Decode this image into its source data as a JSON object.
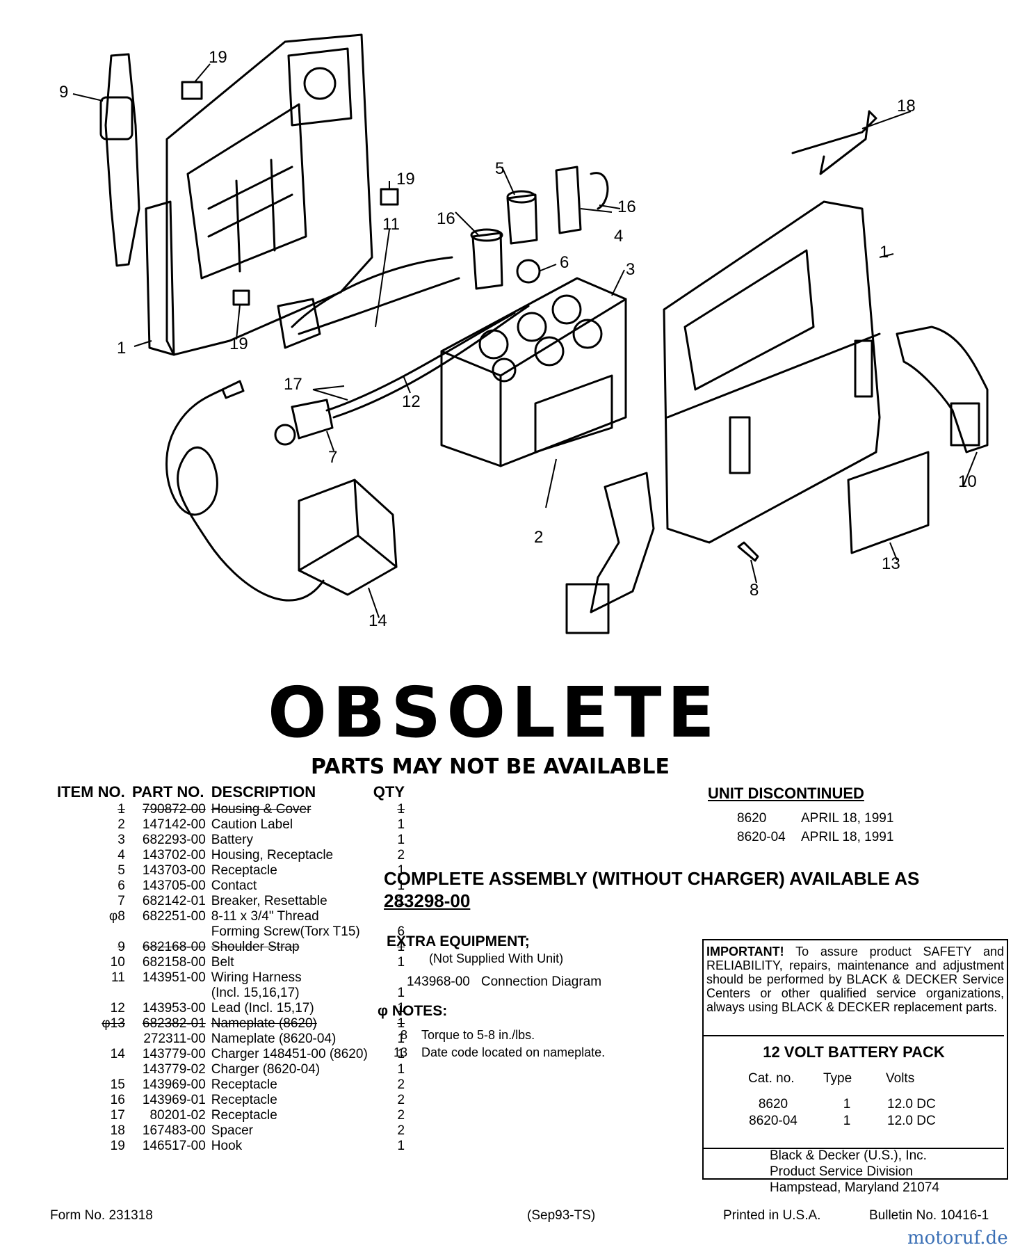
{
  "header": {
    "title": "OBSOLETE",
    "subtitle": "PARTS MAY NOT BE AVAILABLE"
  },
  "callouts": [
    "1",
    "2",
    "3",
    "4",
    "5",
    "6",
    "7",
    "8",
    "9",
    "10",
    "11",
    "12",
    "13",
    "14",
    "16",
    "17",
    "18",
    "19"
  ],
  "parts_table": {
    "col_item": "ITEM NO.",
    "col_part": "PART NO.",
    "col_desc": "DESCRIPTION",
    "col_qty": "QTY",
    "rows": [
      {
        "item": "1",
        "part": "790872-00",
        "desc": "Housing & Cover",
        "qty": "1",
        "strike": true
      },
      {
        "item": "2",
        "part": "147142-00",
        "desc": "Caution Label",
        "qty": "1"
      },
      {
        "item": "3",
        "part": "682293-00",
        "desc": "Battery",
        "qty": "1"
      },
      {
        "item": "4",
        "part": "143702-00",
        "desc": "Housing, Receptacle",
        "qty": "2"
      },
      {
        "item": "5",
        "part": "143703-00",
        "desc": "Receptacle",
        "qty": "1"
      },
      {
        "item": "6",
        "part": "143705-00",
        "desc": "Contact",
        "qty": "1"
      },
      {
        "item": "7",
        "part": "682142-01",
        "desc": "Breaker, Resettable",
        "qty": "1"
      },
      {
        "item": "φ8",
        "part": "682251-00",
        "desc": "8-11 x 3/4\" Thread",
        "qty": ""
      },
      {
        "item": "",
        "part": "",
        "desc": "Forming Screw(Torx T15)",
        "qty": "6"
      },
      {
        "item": "9",
        "part": "682168-00",
        "desc": "Shoulder Strap",
        "qty": "1",
        "strike": true
      },
      {
        "item": "10",
        "part": "682158-00",
        "desc": "Belt",
        "qty": "1"
      },
      {
        "item": "11",
        "part": "143951-00",
        "desc": "Wiring Harness",
        "qty": ""
      },
      {
        "item": "",
        "part": "",
        "desc": "(Incl. 15,16,17)",
        "qty": "1"
      },
      {
        "item": "12",
        "part": "143953-00",
        "desc": "Lead (Incl. 15,17)",
        "qty": "1"
      },
      {
        "item": "φ13",
        "part": "682382-01",
        "desc": "Nameplate (8620)",
        "qty": "1",
        "strike": true
      },
      {
        "item": "",
        "part": "272311-00",
        "desc": "Nameplate (8620-04)",
        "qty": "1"
      },
      {
        "item": "14",
        "part": "143779-00",
        "desc": "Charger 148451-00 (8620)",
        "qty": "1"
      },
      {
        "item": "",
        "part": "143779-02",
        "desc": "Charger (8620-04)",
        "qty": "1"
      },
      {
        "item": "15",
        "part": "143969-00",
        "desc": "Receptacle",
        "qty": "2"
      },
      {
        "item": "16",
        "part": "143969-01",
        "desc": "Receptacle",
        "qty": "2"
      },
      {
        "item": "17",
        "part": "80201-02",
        "desc": "Receptacle",
        "qty": "2"
      },
      {
        "item": "18",
        "part": "167483-00",
        "desc": "Spacer",
        "qty": "2"
      },
      {
        "item": "19",
        "part": "146517-00",
        "desc": "Hook",
        "qty": "1"
      }
    ]
  },
  "discontinued": {
    "heading": "UNIT DISCONTINUED",
    "rows": [
      {
        "model": "8620",
        "date": "APRIL 18, 1991"
      },
      {
        "model": "8620-04",
        "date": "APRIL 18, 1991"
      }
    ]
  },
  "assembly": {
    "line": "COMPLETE ASSEMBLY (WITHOUT CHARGER) AVAILABLE AS",
    "part": "283298-00"
  },
  "extra": {
    "heading": "EXTRA EQUIPMENT;",
    "note": "(Not Supplied With Unit)",
    "part": "143968-00",
    "desc": "Connection Diagram"
  },
  "notes": {
    "heading": "φ NOTES:",
    "rows": [
      {
        "n": "8",
        "t": "Torque to 5-8 in./lbs."
      },
      {
        "n": "13",
        "t": "Date code located on nameplate."
      }
    ]
  },
  "important": {
    "lead": "IMPORTANT!",
    "text": "To assure product SAFETY and RELIABILITY, repairs, maintenance and adjustment should be performed by BLACK & DECKER Service Centers or other qualified service organizations, always using BLACK & DECKER replacement parts."
  },
  "pack": {
    "title": "12 VOLT BATTERY PACK",
    "h_cat": "Cat. no.",
    "h_type": "Type",
    "h_volts": "Volts",
    "rows": [
      {
        "cat": "8620",
        "type": "1",
        "volts": "12.0 DC"
      },
      {
        "cat": "8620-04",
        "type": "1",
        "volts": "12.0 DC"
      }
    ]
  },
  "address": [
    "Black & Decker (U.S.), Inc.",
    "Product Service Division",
    "Hampstead, Maryland 21074"
  ],
  "footer": {
    "form": "Form No. 231318",
    "date": "(Sep93-TS)",
    "printed": "Printed in U.S.A.",
    "bulletin": "Bulletin No. 10416-1",
    "watermark": "motoruf.de"
  }
}
